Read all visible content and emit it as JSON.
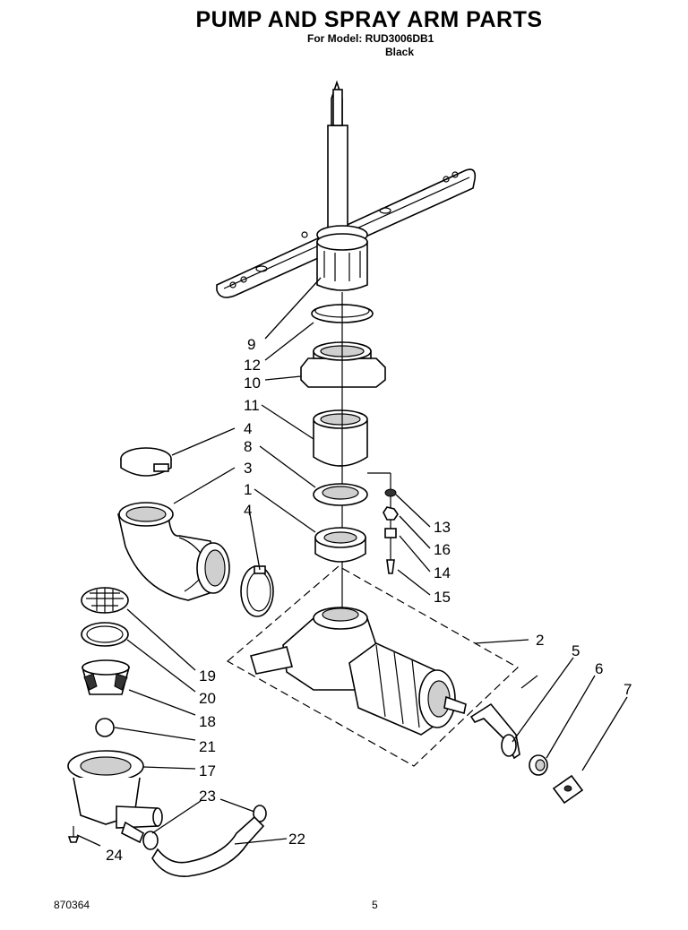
{
  "header": {
    "title": "PUMP AND SPRAY ARM PARTS",
    "model_line": "For Model: RUD3006DB1",
    "color": "Black"
  },
  "footer": {
    "doc_number": "870364",
    "page": "5"
  },
  "callouts": [
    {
      "id": "c9",
      "label": "9"
    },
    {
      "id": "c12",
      "label": "12"
    },
    {
      "id": "c10",
      "label": "10"
    },
    {
      "id": "c11",
      "label": "11"
    },
    {
      "id": "c4a",
      "label": "4"
    },
    {
      "id": "c8",
      "label": "8"
    },
    {
      "id": "c3",
      "label": "3"
    },
    {
      "id": "c1",
      "label": "1"
    },
    {
      "id": "c4b",
      "label": "4"
    },
    {
      "id": "c13",
      "label": "13"
    },
    {
      "id": "c16",
      "label": "16"
    },
    {
      "id": "c14",
      "label": "14"
    },
    {
      "id": "c15",
      "label": "15"
    },
    {
      "id": "c2",
      "label": "2"
    },
    {
      "id": "c5",
      "label": "5"
    },
    {
      "id": "c6",
      "label": "6"
    },
    {
      "id": "c7",
      "label": "7"
    },
    {
      "id": "c19",
      "label": "19"
    },
    {
      "id": "c20",
      "label": "20"
    },
    {
      "id": "c18",
      "label": "18"
    },
    {
      "id": "c21",
      "label": "21"
    },
    {
      "id": "c17",
      "label": "17"
    },
    {
      "id": "c23",
      "label": "23"
    },
    {
      "id": "c22",
      "label": "22"
    },
    {
      "id": "c24",
      "label": "24"
    }
  ]
}
